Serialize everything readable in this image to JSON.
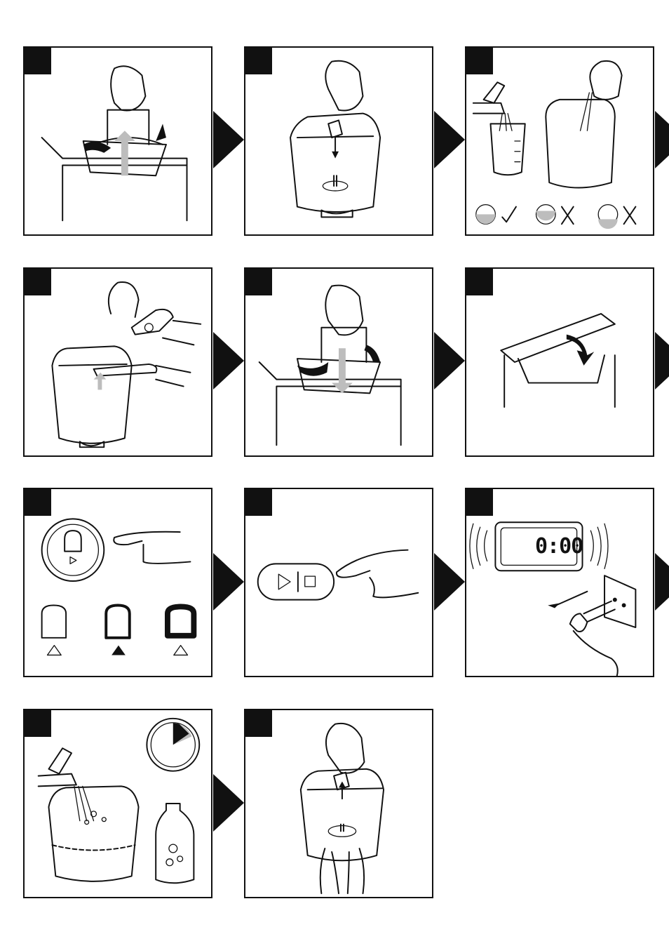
{
  "colors": {
    "ink": "#111111",
    "paper": "#ffffff",
    "grey": "#bdbdbd"
  },
  "steps": [
    {
      "id": 1,
      "icon": "remove-pan-icon"
    },
    {
      "id": 2,
      "icon": "insert-kneader-icon"
    },
    {
      "id": 3,
      "icon": "add-water-flour-icon"
    },
    {
      "id": 4,
      "icon": "add-ingredients-spoon-icon"
    },
    {
      "id": 5,
      "icon": "insert-pan-icon"
    },
    {
      "id": 6,
      "icon": "close-lid-icon"
    },
    {
      "id": 7,
      "icon": "select-crust-icon"
    },
    {
      "id": 8,
      "icon": "start-stop-icon"
    },
    {
      "id": 9,
      "icon": "unplug-icon"
    },
    {
      "id": 10,
      "icon": "clean-pan-icon"
    },
    {
      "id": 11,
      "icon": "remove-kneader-icon"
    }
  ],
  "display": {
    "time": "0:00"
  }
}
